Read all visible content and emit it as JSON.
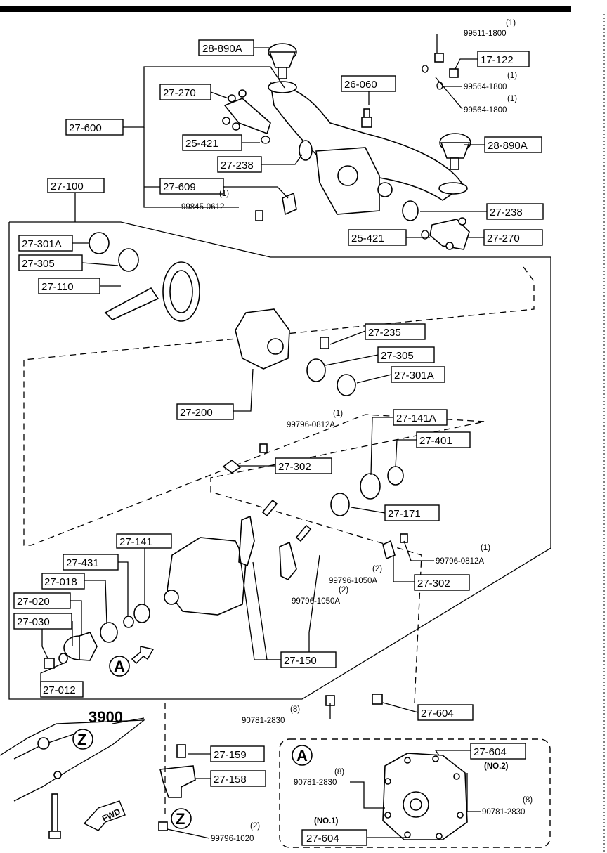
{
  "header": {
    "bar_color": "#000000"
  },
  "callouts": {
    "c28890a_top": "28-890A",
    "c27270_top": "27-270",
    "c27600": "27-600",
    "c25421_top": "25-421",
    "c27238_top": "27-238",
    "c26060": "26-060",
    "c17122": "17-122",
    "c28890a_right": "28-890A",
    "c27100": "27-100",
    "c27609": "27-609",
    "c27238_right": "27-238",
    "c25421_mid": "25-421",
    "c27270_right": "27-270",
    "c27301a_left": "27-301A",
    "c27305_left": "27-305",
    "c27110": "27-110",
    "c27235": "27-235",
    "c27305_right": "27-305",
    "c27301a_right": "27-301A",
    "c27200": "27-200",
    "c27141a": "27-141A",
    "c27401": "27-401",
    "c27302_top": "27-302",
    "c27171": "27-171",
    "c27141": "27-141",
    "c27431": "27-431",
    "c27018": "27-018",
    "c27020": "27-020",
    "c27030": "27-030",
    "c27302_bottom": "27-302",
    "c27150": "27-150",
    "c27012": "27-012",
    "c27604_mid": "27-604",
    "c27159": "27-159",
    "c27158": "27-158",
    "c27604_detail_top": "27-604",
    "c27604_detail_bottom": "27-604"
  },
  "part_numbers": {
    "p99511_1800": "99511-1800",
    "p99511_qty": "(1)",
    "p99564_a": "99564-1800",
    "p99564_a_qty": "(1)",
    "p99564_b": "99564-1800",
    "p99564_b_qty": "(1)",
    "p99845": "99845-0612",
    "p99845_qty": "(1)",
    "p99796_0812a_top": "99796-0812A",
    "p99796_0812a_top_qty": "(1)",
    "p99796_0812a_right": "99796-0812A",
    "p99796_0812a_right_qty": "(1)",
    "p99796_1050a_a": "99796-1050A",
    "p99796_1050a_a_qty": "(2)",
    "p99796_1050a_b": "99796-1050A",
    "p99796_1050a_b_qty": "(2)",
    "p90781_main": "90781-2830",
    "p90781_main_qty": "(8)",
    "p99796_1020": "99796-1020",
    "p99796_1020_qty": "(2)",
    "p90781_detail_left": "90781-2830",
    "p90781_detail_left_qty": "(8)",
    "p90781_detail_right": "90781-2830",
    "p90781_detail_right_qty": "(8)"
  },
  "markers": {
    "section_ref": "3900",
    "view_a_main": "A",
    "view_a_detail": "A",
    "view_z_top": "Z",
    "view_z_bottom": "Z",
    "fwd": "FWD",
    "no2": "(NO.2)",
    "no1": "(NO.1)"
  }
}
